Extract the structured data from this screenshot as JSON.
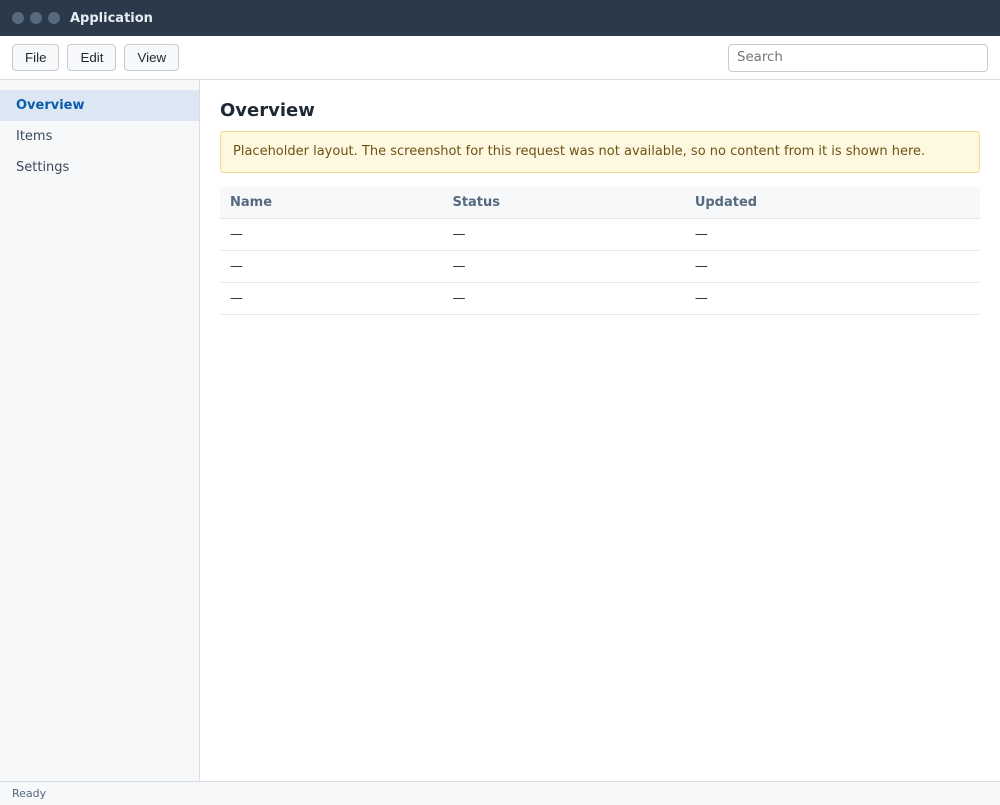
{
  "window": {
    "title": "Application"
  },
  "toolbar": {
    "buttons": [
      "File",
      "Edit",
      "View"
    ],
    "search_placeholder": "Search"
  },
  "sidebar": {
    "items": [
      "Overview",
      "Items",
      "Settings"
    ]
  },
  "main": {
    "heading": "Overview",
    "notice": "Placeholder layout. The screenshot for this request was not available, so no content from it is shown here.",
    "columns": [
      "Name",
      "Status",
      "Updated"
    ],
    "rows": [
      [
        "—",
        "—",
        "—"
      ],
      [
        "—",
        "—",
        "—"
      ],
      [
        "—",
        "—",
        "—"
      ]
    ]
  },
  "status": {
    "text": "Ready"
  }
}
